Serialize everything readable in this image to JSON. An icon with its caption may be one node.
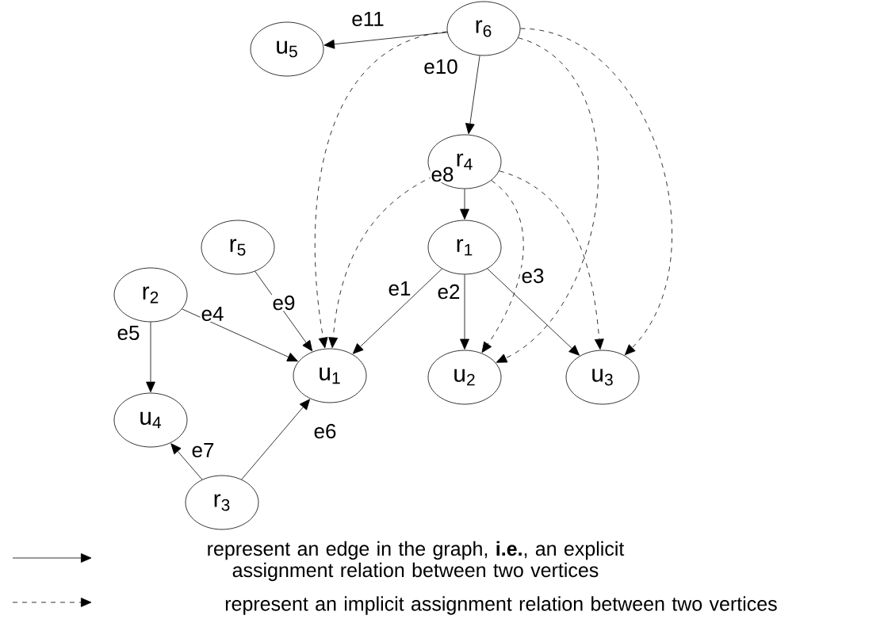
{
  "diagram": {
    "nodes": [
      {
        "text": [
          "r$_{6}$"
        ]
      },
      {
        "text": [
          "u$_{5}$"
        ]
      },
      {
        "text": [
          "r$_{4}$"
        ]
      },
      {
        "text": [
          "r$_{5}$"
        ]
      },
      {
        "text": [
          "r$_{1}$"
        ]
      },
      {
        "text": [
          "r$_{2}$"
        ]
      },
      {
        "text": [
          "u$_{1}$"
        ]
      },
      {
        "text": [
          "u$_{2}$"
        ]
      },
      {
        "text": [
          "u$_{3}$"
        ]
      },
      {
        "text": [
          "u$_{4}$"
        ]
      },
      {
        "text": [
          "r$_{3}$"
        ]
      }
    ],
    "edges": [
      {
        "from": 0,
        "to": 1,
        "arrow": "to",
        "label": "e11"
      },
      {
        "from": 0,
        "to": 2,
        "arrow": "to",
        "label": "e10"
      },
      {
        "from": 2,
        "to": 4,
        "arrow": "to",
        "label": "e8"
      },
      {
        "from": 4,
        "to": 6,
        "arrow": "to",
        "label": "e1"
      },
      {
        "from": 4,
        "to": 7,
        "arrow": "to",
        "label": "e2"
      },
      {
        "from": 4,
        "to": 8,
        "arrow": "to",
        "label": "e3"
      },
      {
        "from": 3,
        "to": 6,
        "arrow": "to",
        "label": "e9"
      },
      {
        "from": 5,
        "to": 6,
        "arrow": "to",
        "label": "e4"
      },
      {
        "from": 5,
        "to": 9,
        "arrow": "to",
        "label": "e5"
      },
      {
        "from": 10,
        "to": 6,
        "arrow": "to",
        "label": "e6"
      },
      {
        "from": 10,
        "to": 9,
        "arrow": "to",
        "label": "e7"
      },
      {
        "from": 0,
        "to": 6,
        "arrow": "to",
        "style": "dashed"
      },
      {
        "from": 2,
        "to": 6,
        "arrow": "to",
        "style": "dashed"
      },
      {
        "from": 2,
        "to": 7,
        "arrow": "to",
        "style": "dashed"
      },
      {
        "from": 0,
        "to": 7,
        "arrow": "to",
        "style": "dashed"
      },
      {
        "from": 2,
        "to": 8,
        "arrow": "to",
        "style": "dashed"
      },
      {
        "from": 0,
        "to": 8,
        "arrow": "to",
        "style": "dashed"
      }
    ],
    "legend": [
      {
        "text": "represent an edge in the graph, **i.e.**, an explicit assignment relation between two vertices"
      },
      {
        "text": "represent an implicit assignment relation between two vertices"
      }
    ]
  }
}
